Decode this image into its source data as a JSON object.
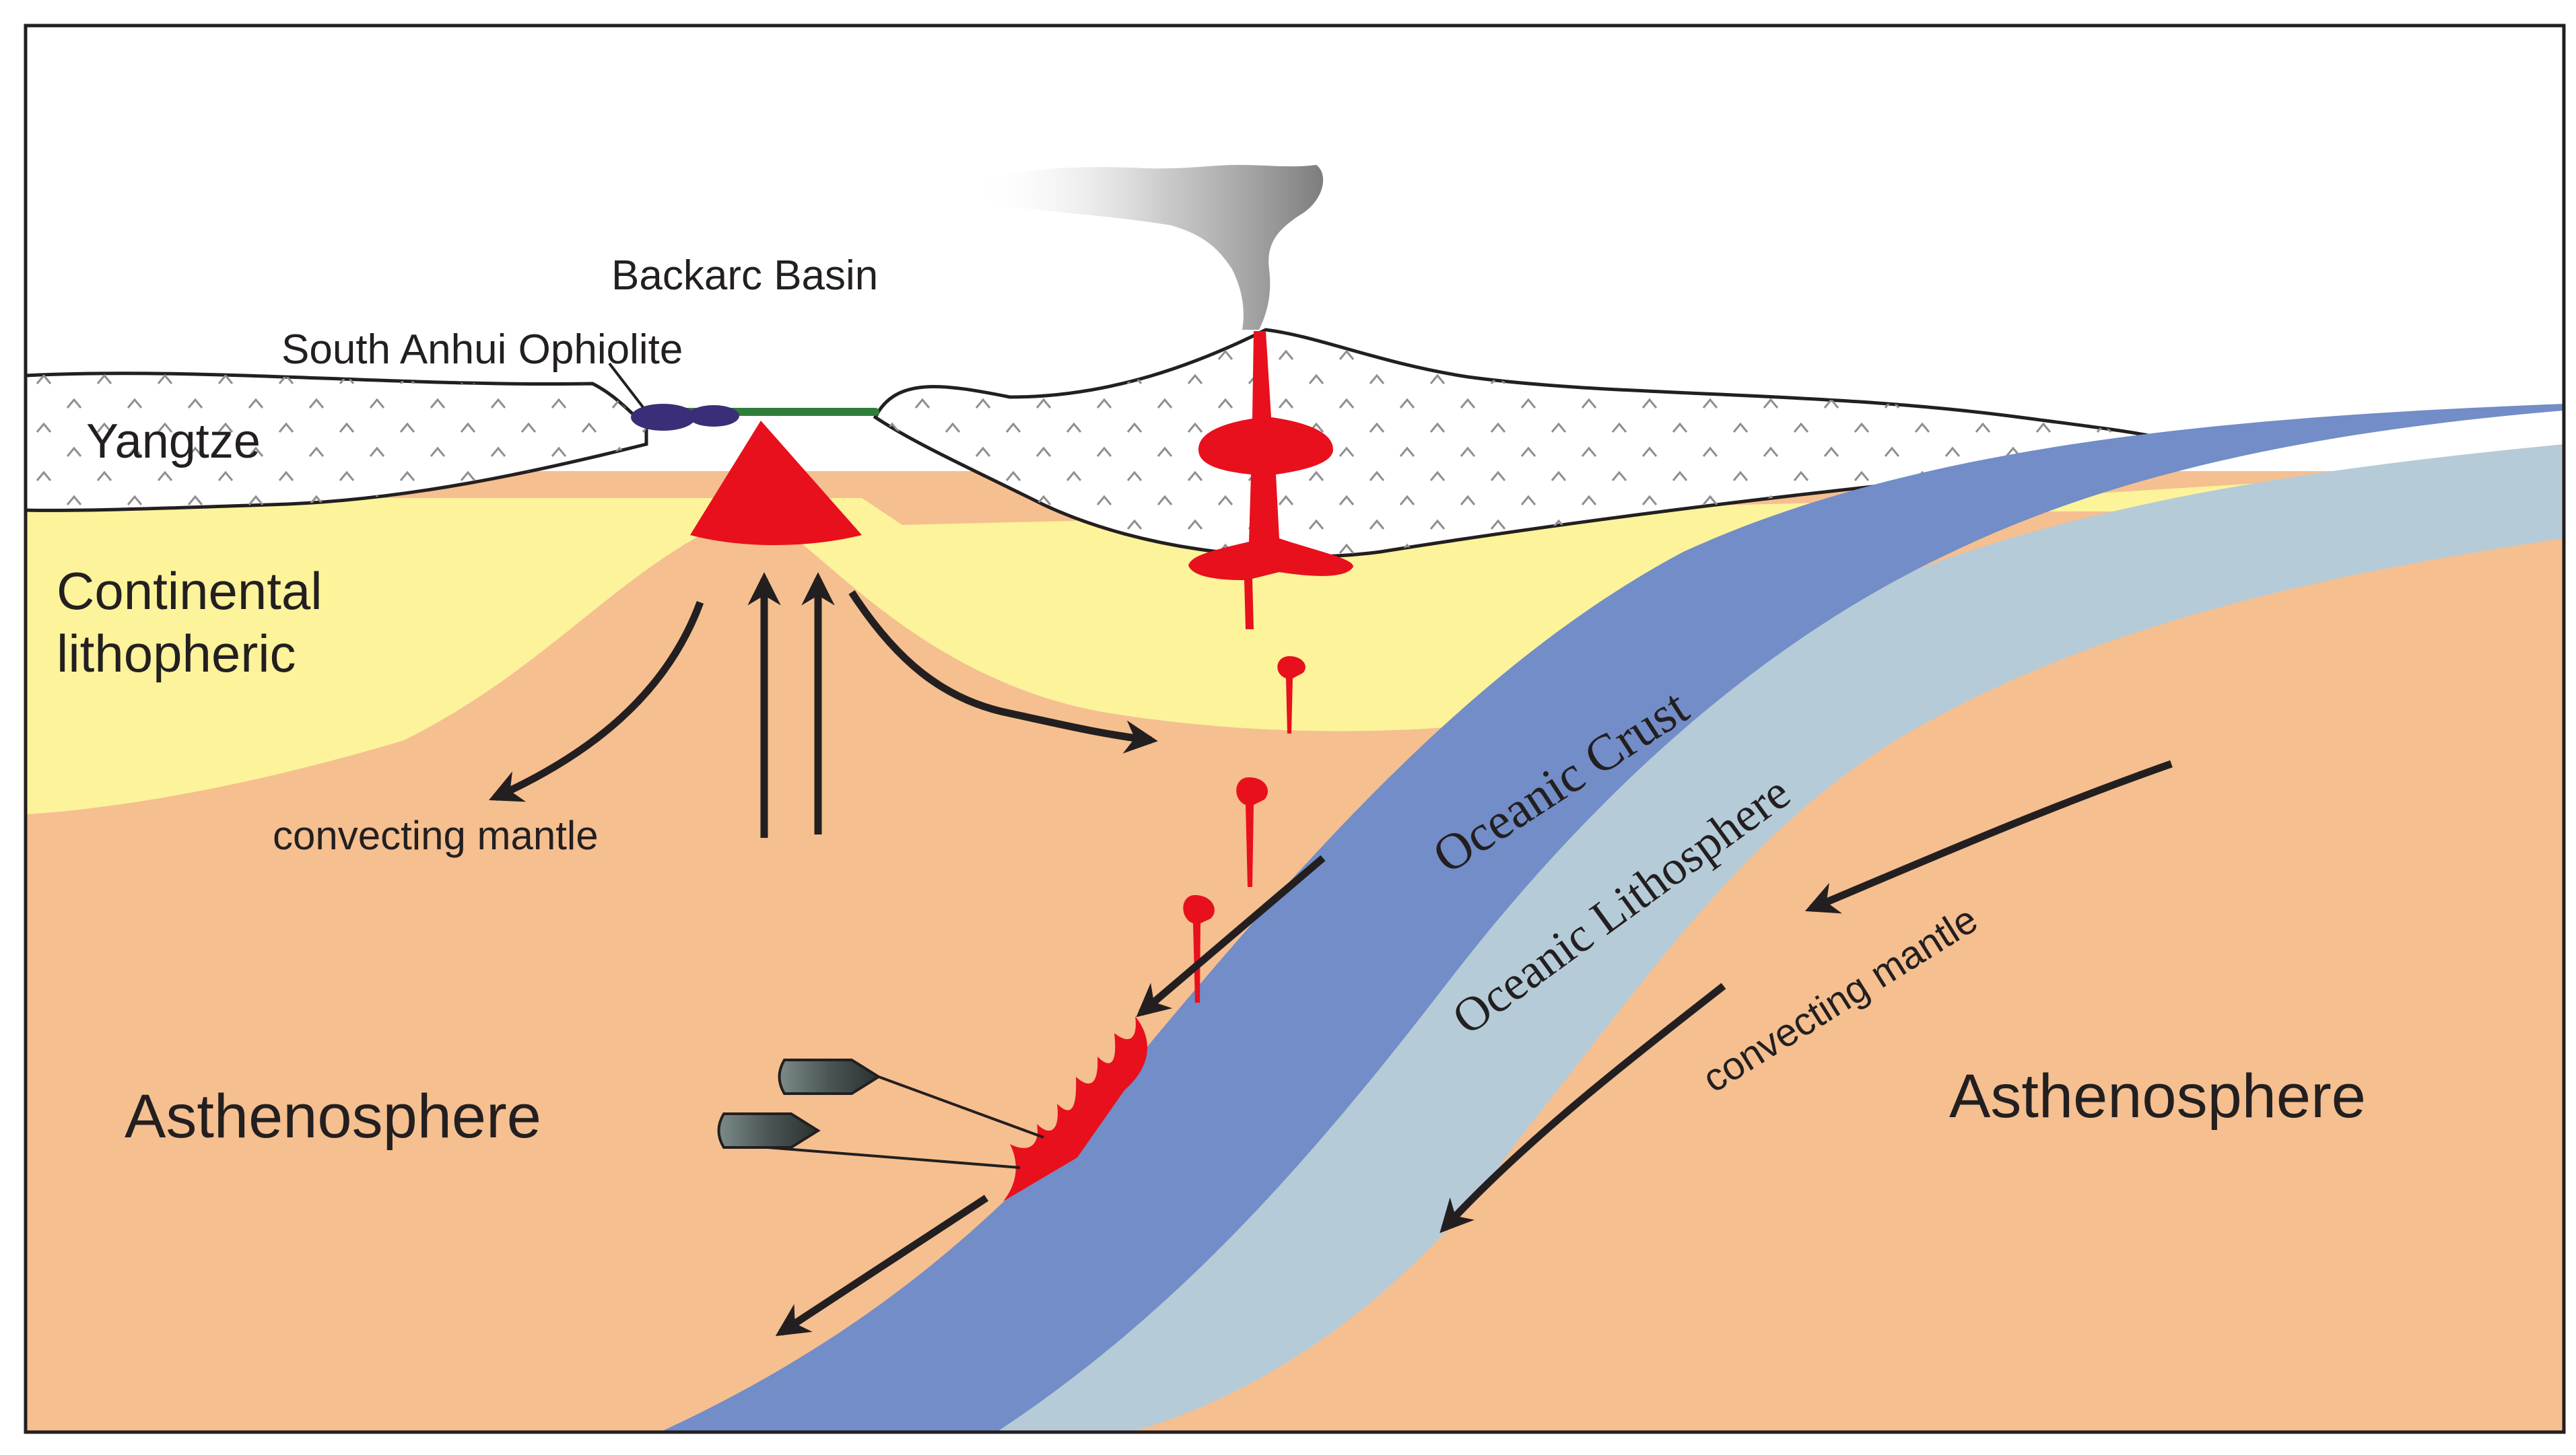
{
  "labels": {
    "backarc_basin": "Backarc Basin",
    "south_anhui_ophiolite": "South Anhui Ophiolite",
    "yangtze": "Yangtze",
    "continental_line1": "Continental",
    "continental_line2": "lithopheric",
    "convecting_mantle_left": "convecting mantle",
    "convecting_mantle_right": "convecting mantle",
    "asthenosphere_left": "Asthenosphere",
    "asthenosphere_right": "Asthenosphere",
    "oceanic_crust": "Oceanic Crust",
    "oceanic_lithosphere": "Oceanic Lithosphere"
  },
  "colors": {
    "asthenosphere": "#f5bf90",
    "continental_lithosphere": "#fcf39a",
    "crust": "#ffffff",
    "oceanic_crust": "#728dc7",
    "oceanic_lithosphere": "#b6cbd8",
    "magma": "#e8101c",
    "ophiolite": "#3b2e78",
    "backarc_floor": "#2f7d3a",
    "arrow": "#231f20",
    "smoke": "#8a8a8a"
  },
  "icons": {
    "crust_pattern": "chevron-caret-pattern",
    "drill_core": "cylinder-core-sample-icon"
  }
}
